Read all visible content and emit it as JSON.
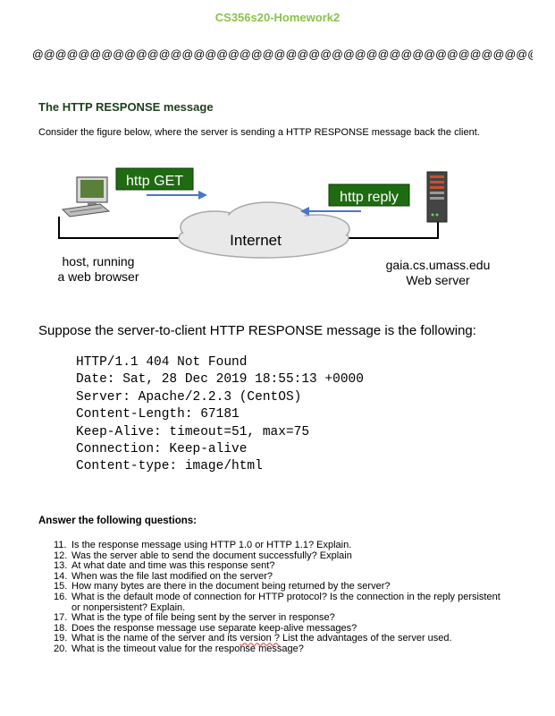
{
  "header": {
    "title": "CS356s20-Homework2"
  },
  "separator": "@@@@@@@@@@@@@@@@@@@@@@@@@@@@@@@@@@@@@@@@@@@@@@@@@@@",
  "section": {
    "heading": "The HTTP RESPONSE message",
    "intro": "Consider the figure below, where the server is sending a HTTP RESPONSE message back the client."
  },
  "figure": {
    "get_label": "http GET",
    "reply_label": "http reply",
    "cloud_label": "Internet",
    "host_caption_1": "host, running",
    "host_caption_2": "a web browser",
    "server_caption_1": "gaia.cs.umass.edu",
    "server_caption_2": "Web server",
    "colors": {
      "label_bg": "#1f6b12",
      "arrow": "#4a76c8"
    }
  },
  "response": {
    "intro": "Suppose the server-to-client HTTP RESPONSE message is the following:",
    "lines": [
      "HTTP/1.1 404 Not Found",
      "Date: Sat, 28 Dec 2019 18:55:13 +0000",
      "Server: Apache/2.2.3 (CentOS)",
      "Content-Length: 67181",
      "Keep-Alive: timeout=51, max=75",
      "Connection: Keep-alive",
      "Content-type: image/html"
    ]
  },
  "questions": {
    "heading": "Answer the following questions:",
    "items": [
      {
        "num": "11.",
        "text": "Is the response message using HTTP 1.0 or HTTP 1.1? Explain."
      },
      {
        "num": "12.",
        "text": "Was the server able to send the document successfully? Explain"
      },
      {
        "num": "13.",
        "text": "At what date and time was this response sent?"
      },
      {
        "num": "14.",
        "text": "When was the file last modified on the server?"
      },
      {
        "num": "15.",
        "text": "How many bytes are there in the document being returned by the server?"
      },
      {
        "num": "16.",
        "text": "What is the default mode of connection for HTTP protocol? Is the connection in the reply persistent or nonpersistent? Explain."
      },
      {
        "num": "17.",
        "text": "What is the type of file being sent by the server in response?"
      },
      {
        "num": "18.",
        "text": "Does the response message use separate keep-alive messages?"
      },
      {
        "num": "19.",
        "text_a": "What is the name of the server and its ",
        "text_b": "version ?",
        "text_c": " List the advantages of the server used."
      },
      {
        "num": "20.",
        "text": "What is the timeout value for the response message?"
      }
    ]
  }
}
